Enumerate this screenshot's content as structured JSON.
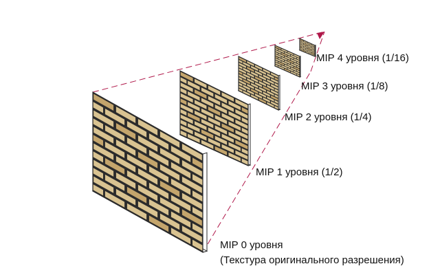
{
  "colors": {
    "brick": "#d9c391",
    "brick_dark": "#c4a56c",
    "mortar": "#2b2b2b",
    "side": "#ffffff",
    "guide": "#b0184a"
  },
  "levels": [
    {
      "label": "MIP 0 уровня",
      "sublabel": "(Текстура оригинального разрешения)",
      "scale": "1"
    },
    {
      "label": "MIP 1 уровня (1/2)",
      "scale": "1/2"
    },
    {
      "label": "MIP 2 уровня (1/4)",
      "scale": "1/4"
    },
    {
      "label": "MIP 3 уровня (1/8)",
      "scale": "1/8"
    },
    {
      "label": "MIP 4 уровня (1/16)",
      "scale": "1/16"
    }
  ]
}
